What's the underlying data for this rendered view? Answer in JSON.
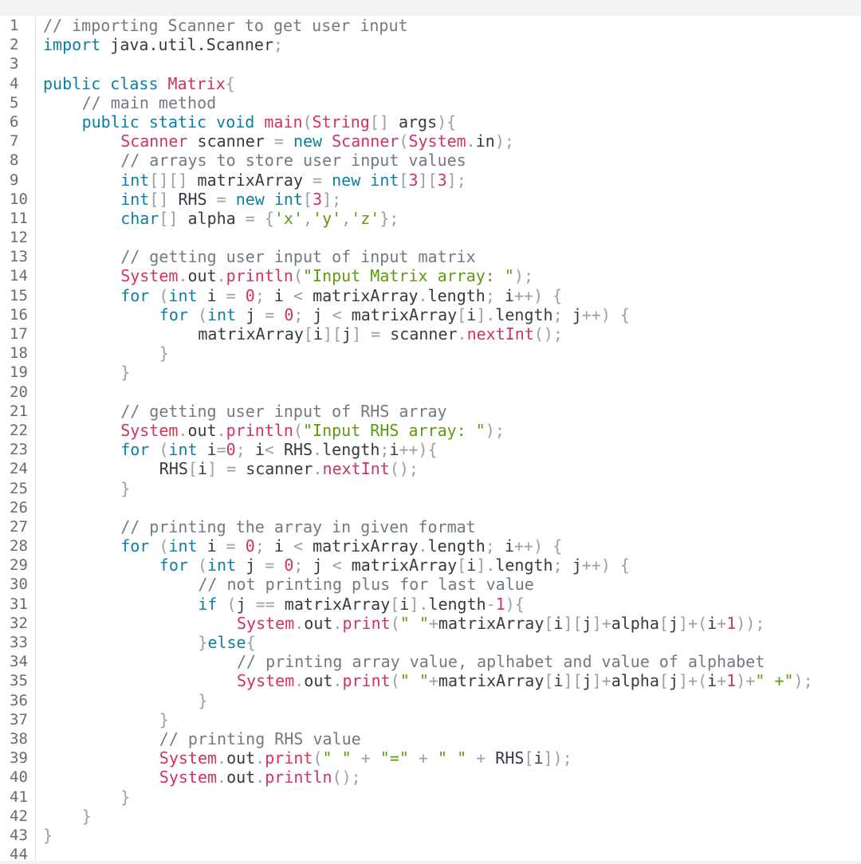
{
  "colors": {
    "keyword": "#0b7fa3",
    "type": "#d1345b",
    "string": "#5e9b0f",
    "number": "#d1345b",
    "comment": "#707a85",
    "punctuation": "#9aa0a6",
    "plain": "#383a42",
    "background": "#ffffff"
  },
  "lines": [
    {
      "n": "1",
      "indent": 0,
      "tokens": [
        [
          "com",
          "// importing Scanner to get user input"
        ]
      ]
    },
    {
      "n": "2",
      "indent": 0,
      "tokens": [
        [
          "kw",
          "import"
        ],
        [
          "plain",
          " java.util.Scanner"
        ],
        [
          "punc",
          ";"
        ]
      ]
    },
    {
      "n": "3",
      "indent": 0,
      "tokens": []
    },
    {
      "n": "4",
      "indent": 0,
      "tokens": [
        [
          "kw",
          "public class "
        ],
        [
          "type",
          "Matrix"
        ],
        [
          "punc",
          "{"
        ]
      ]
    },
    {
      "n": "5",
      "indent": 4,
      "tokens": [
        [
          "com",
          "// main method"
        ]
      ]
    },
    {
      "n": "6",
      "indent": 4,
      "tokens": [
        [
          "kw",
          "public static void "
        ],
        [
          "type",
          "main"
        ],
        [
          "punc",
          "("
        ],
        [
          "type",
          "String"
        ],
        [
          "punc",
          "[] "
        ],
        [
          "plain",
          "args"
        ],
        [
          "punc",
          "){"
        ]
      ]
    },
    {
      "n": "7",
      "indent": 8,
      "tokens": [
        [
          "type",
          "Scanner"
        ],
        [
          "plain",
          " scanner "
        ],
        [
          "punc",
          "= "
        ],
        [
          "kw",
          "new "
        ],
        [
          "type",
          "Scanner"
        ],
        [
          "punc",
          "("
        ],
        [
          "type",
          "System"
        ],
        [
          "punc",
          "."
        ],
        [
          "plain",
          "in"
        ],
        [
          "punc",
          ");"
        ]
      ]
    },
    {
      "n": "8",
      "indent": 8,
      "tokens": [
        [
          "com",
          "// arrays to store user input values"
        ]
      ]
    },
    {
      "n": "9",
      "indent": 8,
      "tokens": [
        [
          "kw",
          "int"
        ],
        [
          "punc",
          "[][] "
        ],
        [
          "plain",
          "matrixArray "
        ],
        [
          "punc",
          "= "
        ],
        [
          "kw",
          "new int"
        ],
        [
          "punc",
          "["
        ],
        [
          "num",
          "3"
        ],
        [
          "punc",
          "]["
        ],
        [
          "num",
          "3"
        ],
        [
          "punc",
          "];"
        ]
      ]
    },
    {
      "n": "10",
      "indent": 8,
      "tokens": [
        [
          "kw",
          "int"
        ],
        [
          "punc",
          "[] "
        ],
        [
          "plain",
          "RHS "
        ],
        [
          "punc",
          "= "
        ],
        [
          "kw",
          "new int"
        ],
        [
          "punc",
          "["
        ],
        [
          "num",
          "3"
        ],
        [
          "punc",
          "];"
        ]
      ]
    },
    {
      "n": "11",
      "indent": 8,
      "tokens": [
        [
          "kw",
          "char"
        ],
        [
          "punc",
          "[] "
        ],
        [
          "plain",
          "alpha "
        ],
        [
          "punc",
          "= {"
        ],
        [
          "str",
          "'x'"
        ],
        [
          "punc",
          ","
        ],
        [
          "str",
          "'y'"
        ],
        [
          "punc",
          ","
        ],
        [
          "str",
          "'z'"
        ],
        [
          "punc",
          "};"
        ]
      ]
    },
    {
      "n": "12",
      "indent": 0,
      "tokens": []
    },
    {
      "n": "13",
      "indent": 8,
      "tokens": [
        [
          "com",
          "// getting user input of input matrix"
        ]
      ]
    },
    {
      "n": "14",
      "indent": 8,
      "tokens": [
        [
          "type",
          "System"
        ],
        [
          "punc",
          "."
        ],
        [
          "plain",
          "out"
        ],
        [
          "punc",
          "."
        ],
        [
          "type",
          "println"
        ],
        [
          "punc",
          "("
        ],
        [
          "str",
          "\"Input Matrix array: \""
        ],
        [
          "punc",
          ");"
        ]
      ]
    },
    {
      "n": "15",
      "indent": 8,
      "tokens": [
        [
          "kw",
          "for "
        ],
        [
          "punc",
          "("
        ],
        [
          "kw",
          "int "
        ],
        [
          "plain",
          "i "
        ],
        [
          "punc",
          "= "
        ],
        [
          "num",
          "0"
        ],
        [
          "punc",
          "; "
        ],
        [
          "plain",
          "i "
        ],
        [
          "punc",
          "< "
        ],
        [
          "plain",
          "matrixArray"
        ],
        [
          "punc",
          "."
        ],
        [
          "plain",
          "length"
        ],
        [
          "punc",
          "; "
        ],
        [
          "plain",
          "i"
        ],
        [
          "punc",
          "++) {"
        ]
      ]
    },
    {
      "n": "16",
      "indent": 12,
      "tokens": [
        [
          "kw",
          "for "
        ],
        [
          "punc",
          "("
        ],
        [
          "kw",
          "int "
        ],
        [
          "plain",
          "j "
        ],
        [
          "punc",
          "= "
        ],
        [
          "num",
          "0"
        ],
        [
          "punc",
          "; "
        ],
        [
          "plain",
          "j "
        ],
        [
          "punc",
          "< "
        ],
        [
          "plain",
          "matrixArray"
        ],
        [
          "punc",
          "["
        ],
        [
          "plain",
          "i"
        ],
        [
          "punc",
          "]."
        ],
        [
          "plain",
          "length"
        ],
        [
          "punc",
          "; "
        ],
        [
          "plain",
          "j"
        ],
        [
          "punc",
          "++) {"
        ]
      ]
    },
    {
      "n": "17",
      "indent": 16,
      "tokens": [
        [
          "plain",
          "matrixArray"
        ],
        [
          "punc",
          "["
        ],
        [
          "plain",
          "i"
        ],
        [
          "punc",
          "]["
        ],
        [
          "plain",
          "j"
        ],
        [
          "punc",
          "] = "
        ],
        [
          "plain",
          "scanner"
        ],
        [
          "punc",
          "."
        ],
        [
          "type",
          "nextInt"
        ],
        [
          "punc",
          "();"
        ]
      ]
    },
    {
      "n": "18",
      "indent": 12,
      "tokens": [
        [
          "punc",
          "}"
        ]
      ]
    },
    {
      "n": "19",
      "indent": 8,
      "tokens": [
        [
          "punc",
          "}"
        ]
      ]
    },
    {
      "n": "20",
      "indent": 0,
      "tokens": []
    },
    {
      "n": "21",
      "indent": 8,
      "tokens": [
        [
          "com",
          "// getting user input of RHS array"
        ]
      ]
    },
    {
      "n": "22",
      "indent": 8,
      "tokens": [
        [
          "type",
          "System"
        ],
        [
          "punc",
          "."
        ],
        [
          "plain",
          "out"
        ],
        [
          "punc",
          "."
        ],
        [
          "type",
          "println"
        ],
        [
          "punc",
          "("
        ],
        [
          "str",
          "\"Input RHS array: \""
        ],
        [
          "punc",
          ");"
        ]
      ]
    },
    {
      "n": "23",
      "indent": 8,
      "tokens": [
        [
          "kw",
          "for "
        ],
        [
          "punc",
          "("
        ],
        [
          "kw",
          "int "
        ],
        [
          "plain",
          "i"
        ],
        [
          "punc",
          "="
        ],
        [
          "num",
          "0"
        ],
        [
          "punc",
          "; "
        ],
        [
          "plain",
          "i"
        ],
        [
          "punc",
          "< "
        ],
        [
          "plain",
          "RHS"
        ],
        [
          "punc",
          "."
        ],
        [
          "plain",
          "length"
        ],
        [
          "punc",
          ";"
        ],
        [
          "plain",
          "i"
        ],
        [
          "punc",
          "++){"
        ]
      ]
    },
    {
      "n": "24",
      "indent": 12,
      "tokens": [
        [
          "plain",
          "RHS"
        ],
        [
          "punc",
          "["
        ],
        [
          "plain",
          "i"
        ],
        [
          "punc",
          "] = "
        ],
        [
          "plain",
          "scanner"
        ],
        [
          "punc",
          "."
        ],
        [
          "type",
          "nextInt"
        ],
        [
          "punc",
          "();"
        ]
      ]
    },
    {
      "n": "25",
      "indent": 8,
      "tokens": [
        [
          "punc",
          "}"
        ]
      ]
    },
    {
      "n": "26",
      "indent": 0,
      "tokens": []
    },
    {
      "n": "27",
      "indent": 8,
      "tokens": [
        [
          "com",
          "// printing the array in given format"
        ]
      ]
    },
    {
      "n": "28",
      "indent": 8,
      "tokens": [
        [
          "kw",
          "for "
        ],
        [
          "punc",
          "("
        ],
        [
          "kw",
          "int "
        ],
        [
          "plain",
          "i "
        ],
        [
          "punc",
          "= "
        ],
        [
          "num",
          "0"
        ],
        [
          "punc",
          "; "
        ],
        [
          "plain",
          "i "
        ],
        [
          "punc",
          "< "
        ],
        [
          "plain",
          "matrixArray"
        ],
        [
          "punc",
          "."
        ],
        [
          "plain",
          "length"
        ],
        [
          "punc",
          "; "
        ],
        [
          "plain",
          "i"
        ],
        [
          "punc",
          "++) {"
        ]
      ]
    },
    {
      "n": "29",
      "indent": 12,
      "tokens": [
        [
          "kw",
          "for "
        ],
        [
          "punc",
          "("
        ],
        [
          "kw",
          "int "
        ],
        [
          "plain",
          "j "
        ],
        [
          "punc",
          "= "
        ],
        [
          "num",
          "0"
        ],
        [
          "punc",
          "; "
        ],
        [
          "plain",
          "j "
        ],
        [
          "punc",
          "< "
        ],
        [
          "plain",
          "matrixArray"
        ],
        [
          "punc",
          "["
        ],
        [
          "plain",
          "i"
        ],
        [
          "punc",
          "]."
        ],
        [
          "plain",
          "length"
        ],
        [
          "punc",
          "; "
        ],
        [
          "plain",
          "j"
        ],
        [
          "punc",
          "++) {"
        ]
      ]
    },
    {
      "n": "30",
      "indent": 16,
      "tokens": [
        [
          "com",
          "// not printing plus for last value"
        ]
      ]
    },
    {
      "n": "31",
      "indent": 16,
      "tokens": [
        [
          "kw",
          "if "
        ],
        [
          "punc",
          "("
        ],
        [
          "plain",
          "j "
        ],
        [
          "punc",
          "== "
        ],
        [
          "plain",
          "matrixArray"
        ],
        [
          "punc",
          "["
        ],
        [
          "plain",
          "i"
        ],
        [
          "punc",
          "]."
        ],
        [
          "plain",
          "length"
        ],
        [
          "punc",
          "-"
        ],
        [
          "num",
          "1"
        ],
        [
          "punc",
          "){"
        ]
      ]
    },
    {
      "n": "32",
      "indent": 20,
      "tokens": [
        [
          "type",
          "System"
        ],
        [
          "punc",
          "."
        ],
        [
          "plain",
          "out"
        ],
        [
          "punc",
          "."
        ],
        [
          "type",
          "print"
        ],
        [
          "punc",
          "("
        ],
        [
          "str",
          "\" \""
        ],
        [
          "punc",
          "+"
        ],
        [
          "plain",
          "matrixArray"
        ],
        [
          "punc",
          "["
        ],
        [
          "plain",
          "i"
        ],
        [
          "punc",
          "]["
        ],
        [
          "plain",
          "j"
        ],
        [
          "punc",
          "]+"
        ],
        [
          "plain",
          "alpha"
        ],
        [
          "punc",
          "["
        ],
        [
          "plain",
          "j"
        ],
        [
          "punc",
          "]+("
        ],
        [
          "plain",
          "i"
        ],
        [
          "punc",
          "+"
        ],
        [
          "num",
          "1"
        ],
        [
          "punc",
          "));"
        ]
      ]
    },
    {
      "n": "33",
      "indent": 16,
      "tokens": [
        [
          "punc",
          "}"
        ],
        [
          "kw",
          "else"
        ],
        [
          "punc",
          "{"
        ]
      ]
    },
    {
      "n": "34",
      "indent": 20,
      "tokens": [
        [
          "com",
          "// printing array value, aplhabet and value of alphabet"
        ]
      ]
    },
    {
      "n": "35",
      "indent": 20,
      "tokens": [
        [
          "type",
          "System"
        ],
        [
          "punc",
          "."
        ],
        [
          "plain",
          "out"
        ],
        [
          "punc",
          "."
        ],
        [
          "type",
          "print"
        ],
        [
          "punc",
          "("
        ],
        [
          "str",
          "\" \""
        ],
        [
          "punc",
          "+"
        ],
        [
          "plain",
          "matrixArray"
        ],
        [
          "punc",
          "["
        ],
        [
          "plain",
          "i"
        ],
        [
          "punc",
          "]["
        ],
        [
          "plain",
          "j"
        ],
        [
          "punc",
          "]+"
        ],
        [
          "plain",
          "alpha"
        ],
        [
          "punc",
          "["
        ],
        [
          "plain",
          "j"
        ],
        [
          "punc",
          "]+("
        ],
        [
          "plain",
          "i"
        ],
        [
          "punc",
          "+"
        ],
        [
          "num",
          "1"
        ],
        [
          "punc",
          ")+"
        ],
        [
          "str",
          "\" +\""
        ],
        [
          "punc",
          ");"
        ]
      ]
    },
    {
      "n": "36",
      "indent": 16,
      "tokens": [
        [
          "punc",
          "}"
        ]
      ]
    },
    {
      "n": "37",
      "indent": 12,
      "tokens": [
        [
          "punc",
          "}"
        ]
      ]
    },
    {
      "n": "38",
      "indent": 12,
      "tokens": [
        [
          "com",
          "// printing RHS value"
        ]
      ]
    },
    {
      "n": "39",
      "indent": 12,
      "tokens": [
        [
          "type",
          "System"
        ],
        [
          "punc",
          "."
        ],
        [
          "plain",
          "out"
        ],
        [
          "punc",
          "."
        ],
        [
          "type",
          "print"
        ],
        [
          "punc",
          "("
        ],
        [
          "str",
          "\" \""
        ],
        [
          "punc",
          " + "
        ],
        [
          "str",
          "\"=\""
        ],
        [
          "punc",
          " + "
        ],
        [
          "str",
          "\" \""
        ],
        [
          "punc",
          " + "
        ],
        [
          "plain",
          "RHS"
        ],
        [
          "punc",
          "["
        ],
        [
          "plain",
          "i"
        ],
        [
          "punc",
          "]);"
        ]
      ]
    },
    {
      "n": "40",
      "indent": 12,
      "tokens": [
        [
          "type",
          "System"
        ],
        [
          "punc",
          "."
        ],
        [
          "plain",
          "out"
        ],
        [
          "punc",
          "."
        ],
        [
          "type",
          "println"
        ],
        [
          "punc",
          "();"
        ]
      ]
    },
    {
      "n": "41",
      "indent": 8,
      "tokens": [
        [
          "punc",
          "}"
        ]
      ]
    },
    {
      "n": "42",
      "indent": 4,
      "tokens": [
        [
          "punc",
          "}"
        ]
      ]
    },
    {
      "n": "43",
      "indent": 0,
      "tokens": [
        [
          "punc",
          "}"
        ]
      ]
    },
    {
      "n": "44",
      "indent": 0,
      "tokens": []
    }
  ]
}
